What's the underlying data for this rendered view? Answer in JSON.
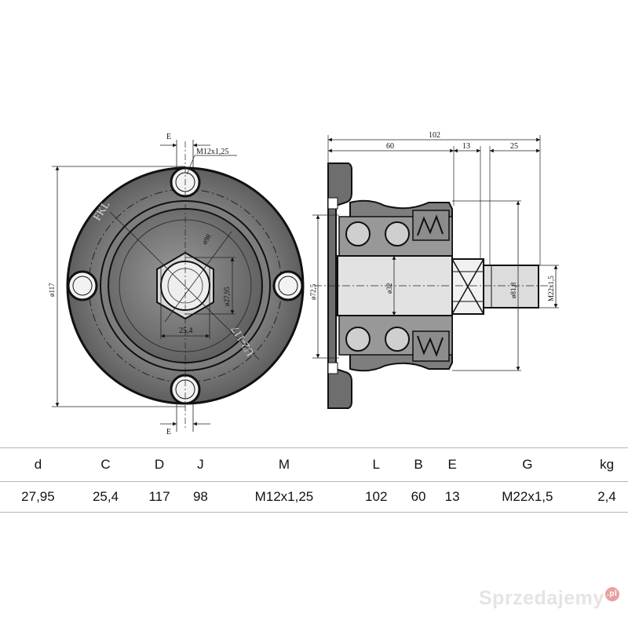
{
  "front_view": {
    "top_dim_letter": "E",
    "bottom_dim_letter": "E",
    "bolt_thread": "M12x1,25",
    "outer_diameter": "ø117",
    "pitch_diameter": "ø98",
    "bore_diameter": "ø27,95",
    "bore_width": "25,4",
    "engraving_left": "FKL",
    "engraving_right": "U2-117"
  },
  "side_view": {
    "overall_length": "102",
    "flange_length": "60",
    "step_length": "13",
    "thread_length": "25",
    "diameter_72": "ø72,5",
    "diameter_32": "ø32",
    "diameter_81": "ø81,8",
    "thread_size": "M22x1,5"
  },
  "spec_table": {
    "headers": [
      "d",
      "C",
      "D",
      "J",
      "M",
      "L",
      "B",
      "E",
      "G",
      "kg"
    ],
    "values": [
      "27,95",
      "25,4",
      "117",
      "98",
      "M12x1,25",
      "102",
      "60",
      "13",
      "M22x1,5",
      "2,4"
    ]
  },
  "watermark": {
    "text": "Sprzedajemy",
    "badge": ".pl"
  }
}
